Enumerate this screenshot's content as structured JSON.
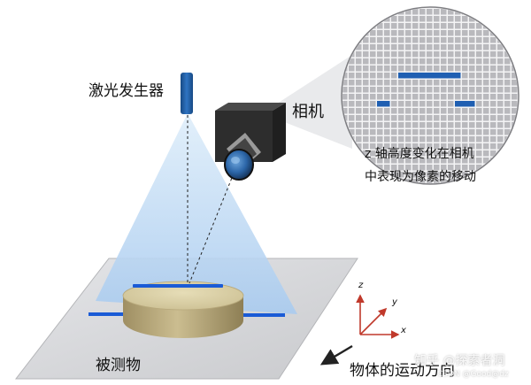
{
  "labels": {
    "laser": "激光发生器",
    "camera": "相机",
    "note_line1": "z 轴高度变化在相机",
    "note_line2": "中表现为像素的移动",
    "object": "被测物",
    "motion": "物体的运动方向"
  },
  "axes": {
    "z": "z",
    "y": "y",
    "x": "x"
  },
  "watermark": {
    "main": "知乎 @探索者洞",
    "sub": "CSDN @Good@dz"
  },
  "colors": {
    "laser_blue": "#1f5fa8",
    "laser_line": "#1a5bd6",
    "beam": "#bcd8f2",
    "camera_body": "#2b2b2b",
    "lens": "#2c66a8",
    "disc_top": "#d9cfa6",
    "disc_side": "#b8a97c",
    "platform": "#d6d7da",
    "grid_cell": "#b9b9bd",
    "grid_highlight": "#1f5fb2",
    "axis_red": "#c0392b"
  }
}
